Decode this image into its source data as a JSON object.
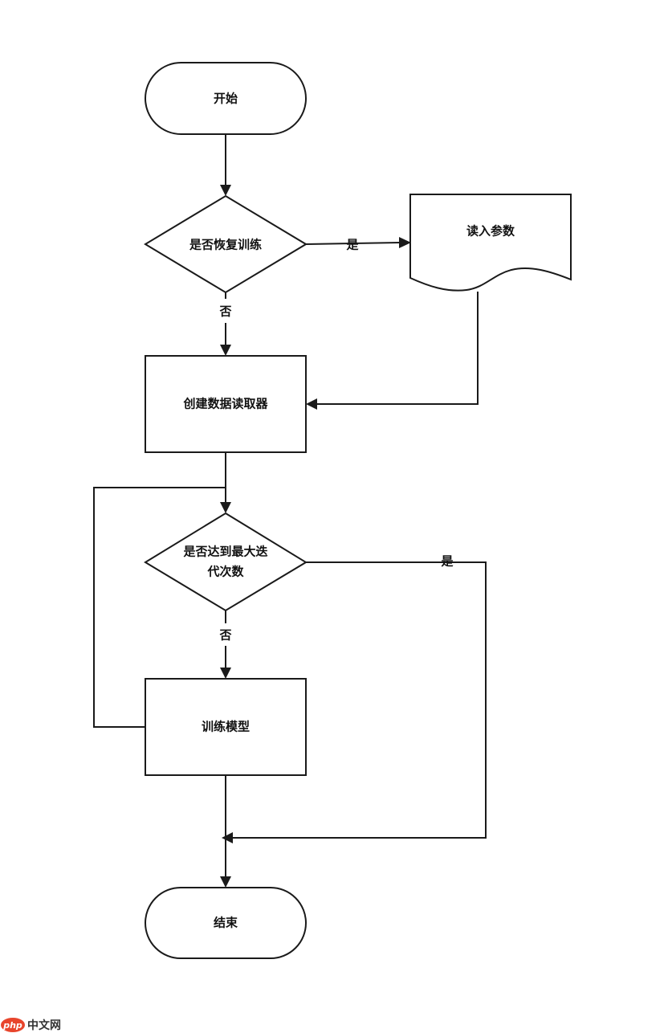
{
  "nodes": {
    "start": "开始",
    "resume_decision": "是否恢复训练",
    "read_params": "读入参数",
    "create_reader": "创建数据读取器",
    "max_iter_decision_line1": "是否达到最大迭",
    "max_iter_decision_line2": "代次数",
    "train_model": "训练模型",
    "end": "结束"
  },
  "edges": {
    "resume_yes": "是",
    "resume_no": "否",
    "max_iter_yes": "是",
    "max_iter_no": "否"
  },
  "watermark": {
    "logo": "php",
    "text": "中文网"
  }
}
